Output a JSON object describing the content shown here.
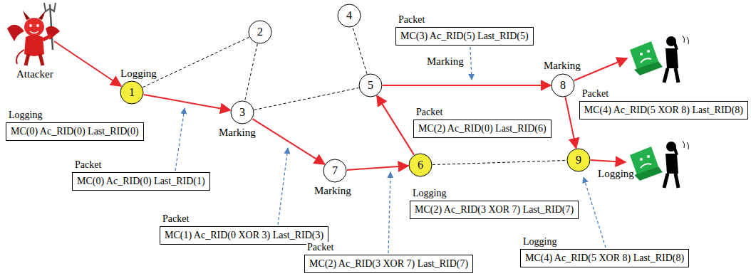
{
  "diagram": {
    "nodes": [
      {
        "text": [
          "1"
        ]
      },
      {
        "text": [
          "2"
        ]
      },
      {
        "text": [
          "3"
        ]
      },
      {
        "text": [
          "4"
        ]
      },
      {
        "text": [
          "5"
        ]
      },
      {
        "text": [
          "6"
        ]
      },
      {
        "text": [
          "7"
        ]
      },
      {
        "text": [
          "8"
        ]
      },
      {
        "text": [
          "9"
        ]
      },
      {
        "text": [
          "Logging",
          "MC(0) Ac_RID(0) Last_RID(0)"
        ]
      },
      {
        "text": [
          "Packet",
          "MC(0) Ac_RID(0) Last_RID(1)"
        ]
      },
      {
        "text": [
          "Packet",
          "MC(1) Ac_RID(0 XOR 3) Last_RID(3)"
        ]
      },
      {
        "text": [
          "Packet",
          "MC(2) Ac_RID(3 XOR 7) Last_RID(7)"
        ]
      },
      {
        "text": [
          "Logging",
          "MC(2) Ac_RID(3 XOR 7) Last_RID(7)"
        ]
      },
      {
        "text": [
          "Packet",
          "MC(2) Ac_RID(0) Last_RID(6)"
        ]
      },
      {
        "text": [
          "Packet",
          "MC(3) Ac_RID(5) Last_RID(5)"
        ]
      },
      {
        "text": [
          "Packet",
          "MC(4) Ac_RID(5 XOR 8) Last_RID(8)"
        ]
      },
      {
        "text": [
          "Logging",
          "MC(4) Ac_RID(5 XOR 8) Last_RID(8)"
        ]
      }
    ],
    "edges": [
      {
        "from": 0,
        "to": 2,
        "arrow": "to"
      },
      {
        "from": 2,
        "to": 6,
        "arrow": "to"
      },
      {
        "from": 6,
        "to": 5,
        "arrow": "to"
      },
      {
        "from": 5,
        "to": 4,
        "arrow": "to"
      },
      {
        "from": 4,
        "to": 7,
        "arrow": "to"
      },
      {
        "from": 7,
        "to": 8,
        "arrow": "to"
      },
      {
        "from": 0,
        "to": 1,
        "arrow": "none"
      },
      {
        "from": 1,
        "to": 2,
        "arrow": "none"
      },
      {
        "from": 2,
        "to": 4,
        "arrow": "none"
      },
      {
        "from": 4,
        "to": 3,
        "arrow": "none"
      },
      {
        "from": 5,
        "to": 8,
        "arrow": "none"
      }
    ],
    "labels": [
      "Attacker",
      "Logging",
      "Marking",
      "Marking",
      "Marking",
      "Marking",
      "Logging"
    ]
  }
}
